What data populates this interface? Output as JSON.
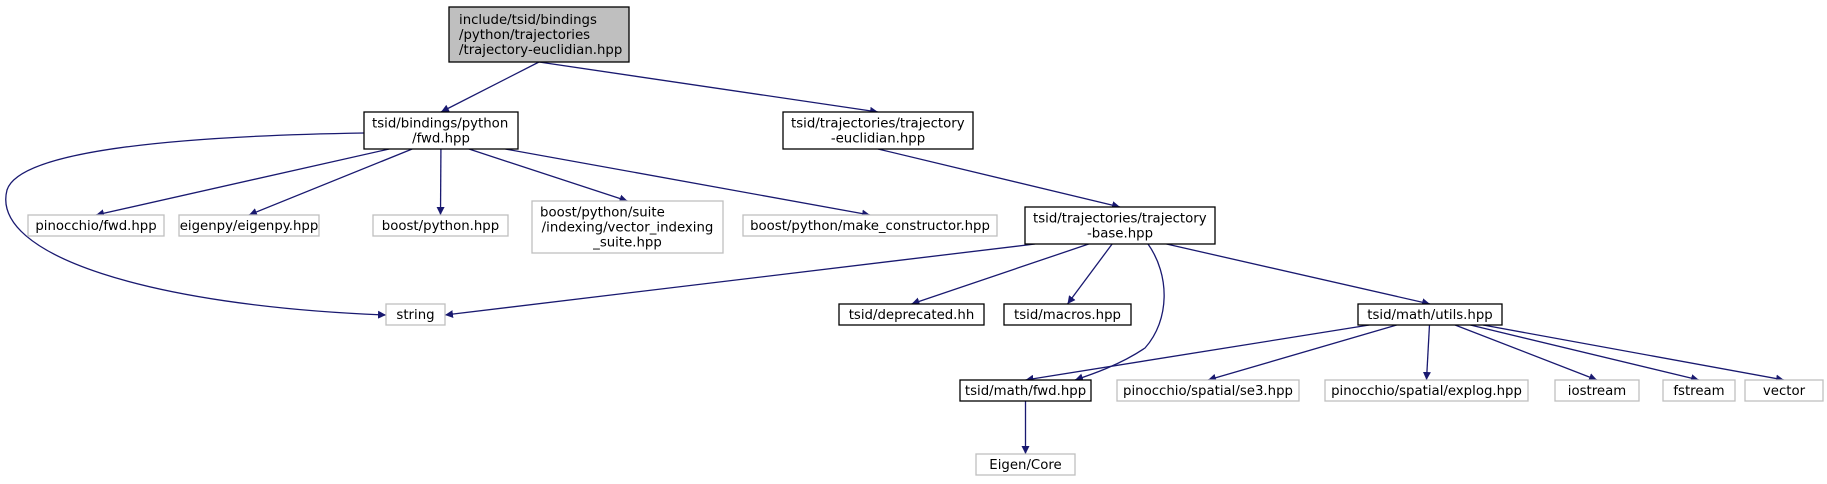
{
  "colors": {
    "edge": "#191970",
    "root_fill": "#bfbfbf",
    "node_border": "#000000",
    "external_border": "#bfbfbf",
    "external_text": "#404040",
    "text": "#000000"
  },
  "nodes": {
    "root": {
      "lines": [
        "include/tsid/bindings",
        "/python/trajectories",
        "/trajectory-euclidian.hpp"
      ],
      "kind": "root"
    },
    "bindings_fwd": {
      "lines": [
        "tsid/bindings/python",
        "/fwd.hpp"
      ],
      "kind": "local"
    },
    "traj_euclidian": {
      "lines": [
        "tsid/trajectories/trajectory",
        "-euclidian.hpp"
      ],
      "kind": "local"
    },
    "pinocchio_fwd": {
      "lines": [
        "pinocchio/fwd.hpp"
      ],
      "kind": "external"
    },
    "eigenpy": {
      "lines": [
        "eigenpy/eigenpy.hpp"
      ],
      "kind": "external"
    },
    "boost_python": {
      "lines": [
        "boost/python.hpp"
      ],
      "kind": "external"
    },
    "vector_indexing": {
      "lines": [
        "boost/python/suite",
        "/indexing/vector_indexing",
        "_suite.hpp"
      ],
      "kind": "external"
    },
    "make_constructor": {
      "lines": [
        "boost/python/make_constructor.hpp"
      ],
      "kind": "external"
    },
    "traj_base": {
      "lines": [
        "tsid/trajectories/trajectory",
        "-base.hpp"
      ],
      "kind": "local"
    },
    "string": {
      "lines": [
        "string"
      ],
      "kind": "external"
    },
    "deprecated": {
      "lines": [
        "tsid/deprecated.hh"
      ],
      "kind": "local"
    },
    "macros": {
      "lines": [
        "tsid/macros.hpp"
      ],
      "kind": "local"
    },
    "math_utils": {
      "lines": [
        "tsid/math/utils.hpp"
      ],
      "kind": "local"
    },
    "math_fwd": {
      "lines": [
        "tsid/math/fwd.hpp"
      ],
      "kind": "local"
    },
    "se3": {
      "lines": [
        "pinocchio/spatial/se3.hpp"
      ],
      "kind": "external"
    },
    "explog": {
      "lines": [
        "pinocchio/spatial/explog.hpp"
      ],
      "kind": "external"
    },
    "iostream": {
      "lines": [
        "iostream"
      ],
      "kind": "external"
    },
    "fstream": {
      "lines": [
        "fstream"
      ],
      "kind": "external"
    },
    "vector": {
      "lines": [
        "vector"
      ],
      "kind": "external"
    },
    "eigen_core": {
      "lines": [
        "Eigen/Core"
      ],
      "kind": "external"
    }
  },
  "edges": [
    {
      "from": "root",
      "to": "bindings_fwd"
    },
    {
      "from": "root",
      "to": "traj_euclidian"
    },
    {
      "from": "bindings_fwd",
      "to": "pinocchio_fwd"
    },
    {
      "from": "bindings_fwd",
      "to": "eigenpy"
    },
    {
      "from": "bindings_fwd",
      "to": "boost_python"
    },
    {
      "from": "bindings_fwd",
      "to": "vector_indexing"
    },
    {
      "from": "bindings_fwd",
      "to": "make_constructor"
    },
    {
      "from": "bindings_fwd",
      "to": "string"
    },
    {
      "from": "traj_euclidian",
      "to": "traj_base"
    },
    {
      "from": "traj_base",
      "to": "string"
    },
    {
      "from": "traj_base",
      "to": "deprecated"
    },
    {
      "from": "traj_base",
      "to": "macros"
    },
    {
      "from": "traj_base",
      "to": "math_fwd"
    },
    {
      "from": "traj_base",
      "to": "math_utils"
    },
    {
      "from": "math_utils",
      "to": "math_fwd"
    },
    {
      "from": "math_utils",
      "to": "se3"
    },
    {
      "from": "math_utils",
      "to": "explog"
    },
    {
      "from": "math_utils",
      "to": "iostream"
    },
    {
      "from": "math_utils",
      "to": "fstream"
    },
    {
      "from": "math_utils",
      "to": "vector"
    },
    {
      "from": "math_fwd",
      "to": "eigen_core"
    }
  ]
}
